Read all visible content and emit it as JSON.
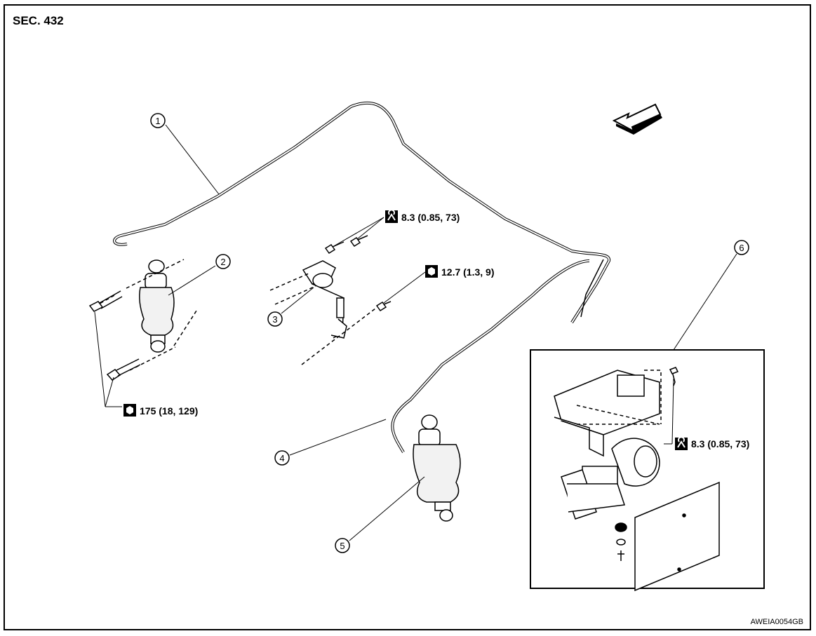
{
  "title": "SEC. 432",
  "figure_code": "AWEIA0054GB",
  "callouts": [
    "1",
    "2",
    "3",
    "4",
    "5",
    "6"
  ],
  "torques": {
    "upper_sensor_bolts": "8.3 (0.85, 73)",
    "sensor_link_nut": "12.7 (1.3, 9)",
    "shock_bolts": "175 (18, 129)",
    "compressor_bolt": "8.3 (0.85, 73)"
  },
  "icons": {
    "torque_wrench": "torque-wrench-icon",
    "tightening_nut": "tightening-nut-icon",
    "front_direction_arrow": "front-arrow-icon"
  },
  "colors": {
    "line": "#000000",
    "background": "#ffffff"
  }
}
